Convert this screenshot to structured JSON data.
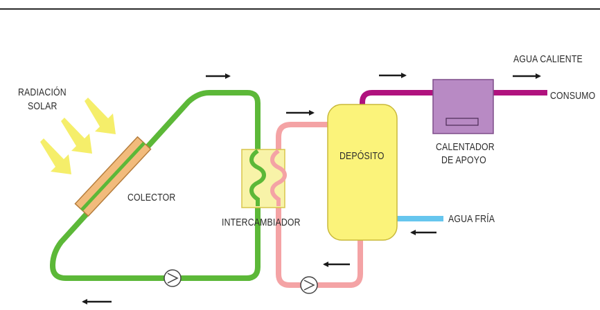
{
  "labels": {
    "radiacion_line1": "RADIACIÓN",
    "radiacion_line2": "SOLAR",
    "colector": "COLECTOR",
    "intercambiador": "INTERCAMBIADOR",
    "deposito": "DEPÓSITO",
    "calentador_line1": "CALENTADOR",
    "calentador_line2": "DE APOYO",
    "agua_caliente": "AGUA CALIENTE",
    "consumo": "CONSUMO",
    "agua_fria": "AGUA FRÍA"
  },
  "colors": {
    "primary_loop": "#5cb838",
    "secondary_loop": "#f4a3a5",
    "hot_water": "#b0127e",
    "cold_water": "#66c6ee",
    "tank_fill": "#fbf37a",
    "tank_stroke": "#c9b93a",
    "heater_fill": "#b88ac4",
    "heater_stroke": "#7e4d8a",
    "collector_fill": "#f2bb7c",
    "collector_stroke": "#b57d3c",
    "sun_rays": "#f5ee6a",
    "exchanger_fill": "#f8f3a8",
    "arrow": "#1a1a1a"
  }
}
